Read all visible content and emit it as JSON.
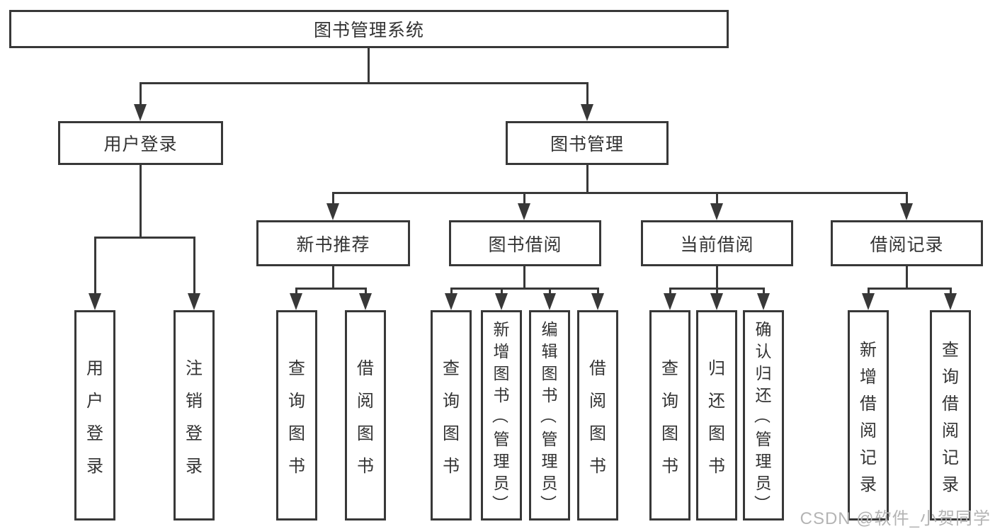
{
  "tree": {
    "root_label": "图书管理系统",
    "level2": [
      {
        "label": "用户登录",
        "leaves": [
          "用户登录",
          "注销登录"
        ]
      },
      {
        "label": "图书管理",
        "children": [
          {
            "label": "新书推荐",
            "leaves": [
              "查询图书",
              "借阅图书"
            ]
          },
          {
            "label": "图书借阅",
            "leaves": [
              "查询图书",
              "新增图书（管理员）",
              "编辑图书（管理员）",
              "借阅图书"
            ]
          },
          {
            "label": "当前借阅",
            "leaves": [
              "查询图书",
              "归还图书",
              "确认归还（管理员）"
            ]
          },
          {
            "label": "借阅记录",
            "leaves": [
              "新增借阅记录",
              "查询借阅记录"
            ]
          }
        ]
      }
    ]
  },
  "watermark": {
    "text": "CSDN @软件_小贺同学"
  },
  "colors": {
    "line": "#383838",
    "box_border": "#383838",
    "text": "#333333",
    "background": "#ffffff",
    "watermark_text": "#b4b4b4"
  }
}
